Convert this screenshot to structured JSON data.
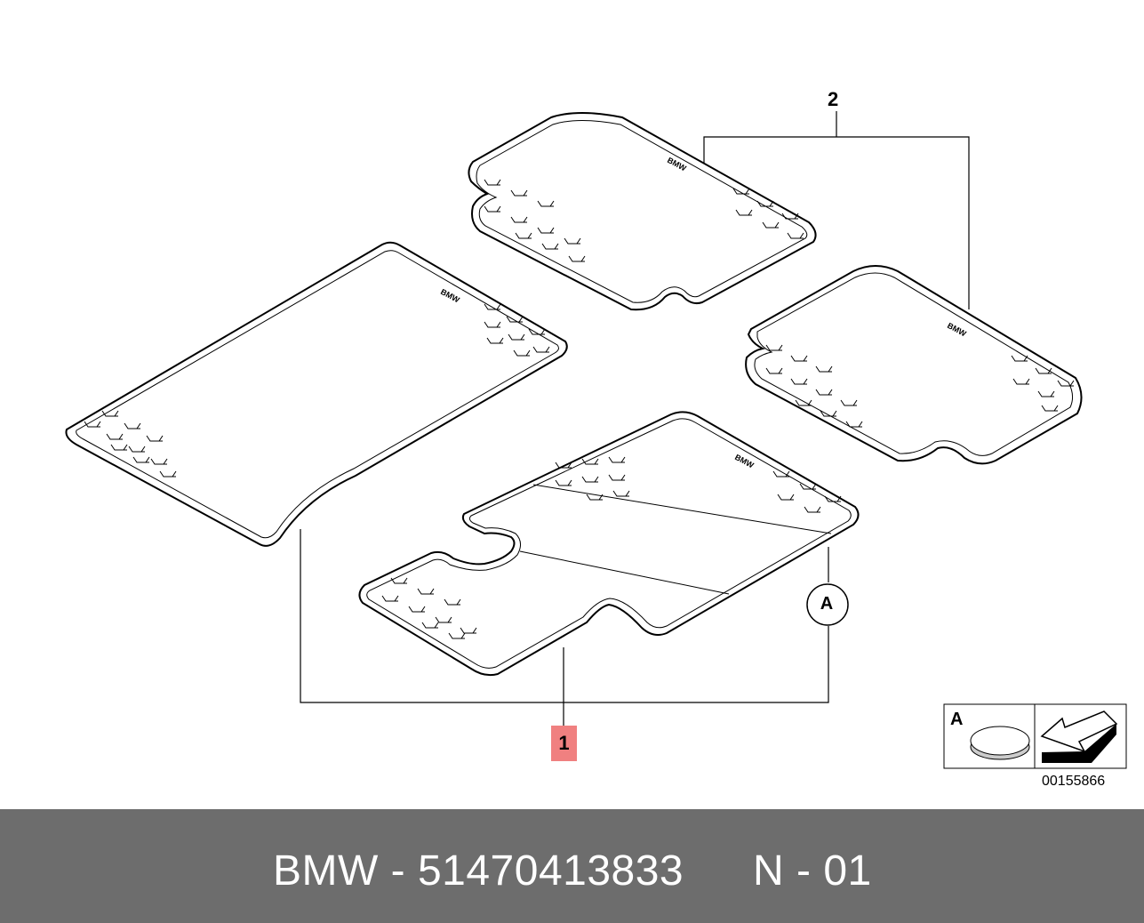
{
  "callouts": {
    "part_1": "1",
    "part_2": "2",
    "detail_a": "A"
  },
  "legend": {
    "letter": "A",
    "icons": [
      "round-clip-icon",
      "arrow-icon"
    ]
  },
  "diagram_id": "00155866",
  "footer": {
    "brand_and_number": "BMW - 51470413833",
    "page": "N - 01"
  },
  "colors": {
    "highlight": "#f08080",
    "footer_bg": "#6d6d6d",
    "line": "#000000"
  }
}
